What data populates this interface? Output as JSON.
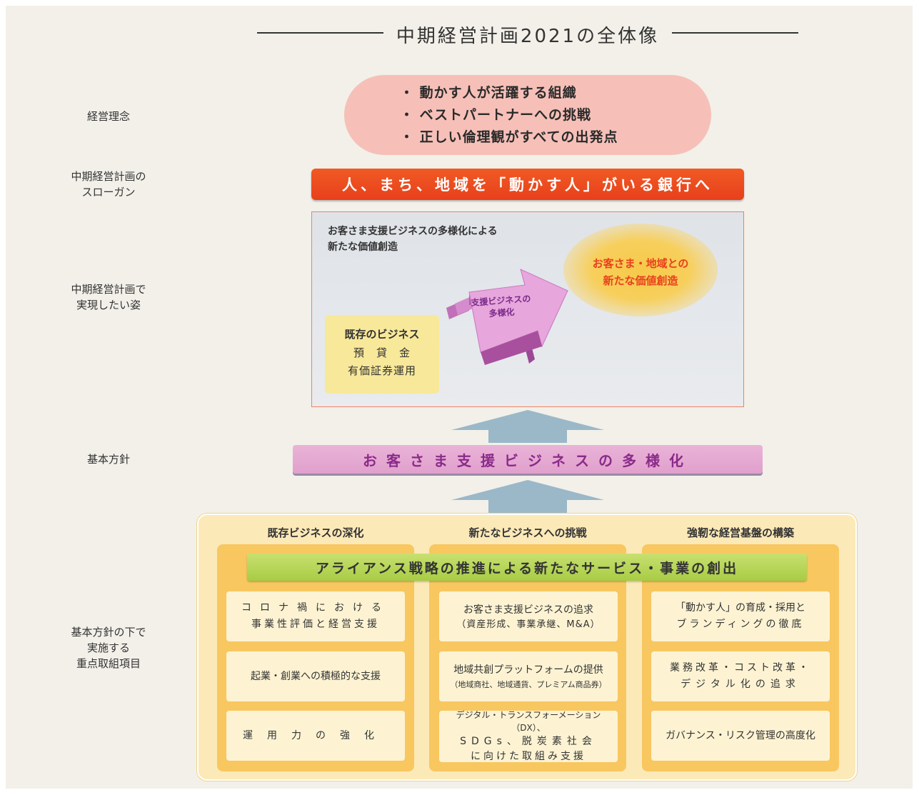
{
  "title": "中期経営計画2021の全体像",
  "row_labels": {
    "philosophy": [
      "経営理念"
    ],
    "slogan": [
      "中期経営計画の",
      "スローガン"
    ],
    "vision": [
      "中期経営計画で",
      "実現したい姿"
    ],
    "basic_policy": [
      "基本方針"
    ],
    "priorities": [
      "基本方針の下で",
      "実施する",
      "重点取組項目"
    ]
  },
  "philosophy_items": [
    "・ 動かす人が活躍する組織",
    "・ ベストパートナーへの挑戦",
    "・ 正しい倫理観がすべての出発点"
  ],
  "slogan": "人、まち、地域を「動かす人」がいる銀行へ",
  "vision": {
    "heading": [
      "お客さま支援ビジネスの多様化による",
      "新たな価値創造"
    ],
    "existing_title": "既存のビジネス",
    "existing_lines": [
      "預　貸　金",
      "有価証券運用"
    ],
    "arrow_label": [
      "支援ビジネスの",
      "多様化"
    ],
    "goal": [
      "お客さま・地域との",
      "新たな価値創造"
    ]
  },
  "basic_policy": "お客さま支援ビジネスの多様化",
  "alliance": "アライアンス戦略の推進による新たなサービス・事業の創出",
  "columns": [
    {
      "heading": "既存ビジネスの深化",
      "items": [
        {
          "lines": [
            "コロナ禍における",
            "事業性評価と経営支援"
          ],
          "small": ""
        },
        {
          "lines": [
            "起業・創業への積極的な支援"
          ],
          "small": ""
        },
        {
          "lines": [
            "運用力の強化"
          ],
          "small": ""
        }
      ]
    },
    {
      "heading": "新たなビジネスへの挑戦",
      "items": [
        {
          "lines": [
            "お客さま支援ビジネスの追求"
          ],
          "small": "（資産形成、事業承継、M&A）"
        },
        {
          "lines": [
            "地域共創プラットフォームの提供"
          ],
          "small": "（地域商社、地域通貨、プレミアム商品券）"
        },
        {
          "lines": [
            "デジタル・トランスフォーメーション（DX）、",
            "SDGs、脱炭素社会",
            "に向けた取組み支援"
          ],
          "small": ""
        }
      ]
    },
    {
      "heading": "強靭な経営基盤の構築",
      "items": [
        {
          "lines": [
            "「動かす人」の育成・採用と",
            "ブランディングの徹底"
          ],
          "small": ""
        },
        {
          "lines": [
            "業務改革・コスト改革・",
            "デジタル化の追求"
          ],
          "small": ""
        },
        {
          "lines": [
            "ガバナンス・リスク管理の高度化"
          ],
          "small": ""
        }
      ]
    }
  ],
  "colors": {
    "background": "#f2f0e9",
    "philosophy": "#f6c0b8",
    "slogan": "#ec4a20",
    "basic_policy": "#e4a8d0",
    "alliance": "#b4d454",
    "column": "#f8c760",
    "arrow_up": "#9ab8c8"
  }
}
